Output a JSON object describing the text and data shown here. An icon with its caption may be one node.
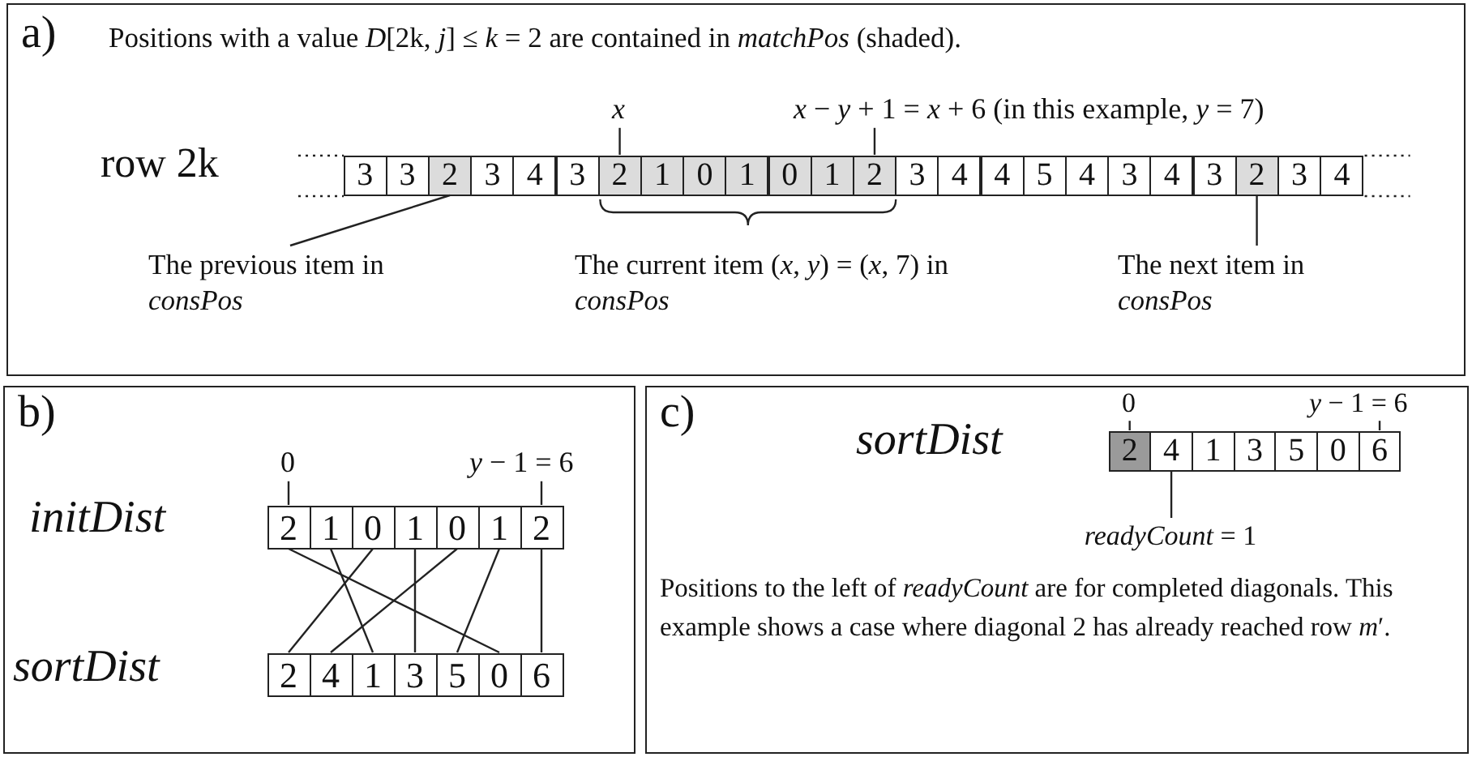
{
  "diagram": {
    "nodes": [
      {
        "text": [
          "a)",
          "Positions with a value *D*[2k, *j*] ≤ *k* = 2 are contained in *matchPos* (shaded)."
        ]
      },
      {
        "text": [
          "x"
        ],
        "in": 0
      },
      {
        "text": [
          "*x* − *y* + 1 = *x* + 6 (in this example, *y* = 7)"
        ],
        "in": 0
      },
      {
        "text": [
          "3"
        ],
        "in": 0
      },
      {
        "text": [
          "3"
        ],
        "in": 0
      },
      {
        "text": [
          "2"
        ],
        "in": 0
      },
      {
        "text": [
          "3"
        ],
        "in": 0
      },
      {
        "text": [
          "4"
        ],
        "in": 0
      },
      {
        "text": [
          "3"
        ],
        "in": 0
      },
      {
        "text": [
          "2"
        ],
        "in": 0
      },
      {
        "text": [
          "1"
        ],
        "in": 0
      },
      {
        "text": [
          "0"
        ],
        "in": 0
      },
      {
        "text": [
          "1"
        ],
        "in": 0
      },
      {
        "text": [
          "0"
        ],
        "in": 0
      },
      {
        "text": [
          "1"
        ],
        "in": 0
      },
      {
        "text": [
          "2"
        ],
        "in": 0
      },
      {
        "text": [
          "3"
        ],
        "in": 0
      },
      {
        "text": [
          "4"
        ],
        "in": 0
      },
      {
        "text": [
          "4"
        ],
        "in": 0
      },
      {
        "text": [
          "5"
        ],
        "in": 0
      },
      {
        "text": [
          "4"
        ],
        "in": 0
      },
      {
        "text": [
          "3"
        ],
        "in": 0
      },
      {
        "text": [
          "4"
        ],
        "in": 0
      },
      {
        "text": [
          "3"
        ],
        "in": 0
      },
      {
        "text": [
          "2"
        ],
        "in": 0
      },
      {
        "text": [
          "3"
        ],
        "in": 0
      },
      {
        "text": [
          "4"
        ],
        "in": 0
      },
      {
        "text": [
          "The previous item in *consPos*"
        ],
        "in": 0
      },
      {
        "text": [
          "The current item (*x*, *y*) = (*x*, 7) in *consPos*"
        ],
        "in": 0
      },
      {
        "text": [
          "The next item in *consPos*"
        ],
        "in": 0
      },
      {
        "text": [
          "b)"
        ]
      },
      {
        "text": [
          "0"
        ],
        "in": 30
      },
      {
        "text": [
          "*y* − 1 = 6"
        ],
        "in": 30
      },
      {
        "text": [
          "2"
        ],
        "in": 30
      },
      {
        "text": [
          "1"
        ],
        "in": 30
      },
      {
        "text": [
          "0"
        ],
        "in": 30
      },
      {
        "text": [
          "1"
        ],
        "in": 30
      },
      {
        "text": [
          "0"
        ],
        "in": 30
      },
      {
        "text": [
          "1"
        ],
        "in": 30
      },
      {
        "text": [
          "2"
        ],
        "in": 30
      },
      {
        "text": [
          "2"
        ],
        "in": 30
      },
      {
        "text": [
          "4"
        ],
        "in": 30
      },
      {
        "text": [
          "1"
        ],
        "in": 30
      },
      {
        "text": [
          "3"
        ],
        "in": 30
      },
      {
        "text": [
          "5"
        ],
        "in": 30
      },
      {
        "text": [
          "0"
        ],
        "in": 30
      },
      {
        "text": [
          "6"
        ],
        "in": 30
      },
      {
        "text": [
          "c)",
          "Positions to the left of *readyCount* are for completed diagonals. This example shows a case where diagonal 2 has already reached row *m*′."
        ]
      },
      {
        "text": [
          "0"
        ],
        "in": 47
      },
      {
        "text": [
          "*y* − 1 = 6"
        ],
        "in": 47
      },
      {
        "text": [
          "2"
        ],
        "in": 47
      },
      {
        "text": [
          "4"
        ],
        "in": 47
      },
      {
        "text": [
          "1"
        ],
        "in": 47
      },
      {
        "text": [
          "3"
        ],
        "in": 47
      },
      {
        "text": [
          "5"
        ],
        "in": 47
      },
      {
        "text": [
          "0"
        ],
        "in": 47
      },
      {
        "text": [
          "6"
        ],
        "in": 47
      },
      {
        "text": [
          "*readyCount* = 1"
        ],
        "in": 47
      }
    ],
    "edges": [
      {
        "from": 1,
        "to": 9,
        "arrow": "none"
      },
      {
        "from": 2,
        "to": 15,
        "arrow": "none"
      },
      {
        "from": 27,
        "to": 5,
        "arrow": "none"
      },
      {
        "from": 29,
        "to": 24,
        "arrow": "none"
      },
      {
        "from": 31,
        "to": 33,
        "arrow": "none"
      },
      {
        "from": 32,
        "to": 39,
        "arrow": "none"
      },
      {
        "from": 33,
        "to": 45,
        "arrow": "none"
      },
      {
        "from": 34,
        "to": 42,
        "arrow": "none"
      },
      {
        "from": 35,
        "to": 40,
        "arrow": "none"
      },
      {
        "from": 36,
        "to": 43,
        "arrow": "none"
      },
      {
        "from": 37,
        "to": 41,
        "arrow": "none"
      },
      {
        "from": 38,
        "to": 44,
        "arrow": "none"
      },
      {
        "from": 39,
        "to": 46,
        "arrow": "none"
      },
      {
        "from": 48,
        "to": 50,
        "arrow": "none"
      },
      {
        "from": 49,
        "to": 56,
        "arrow": "none"
      },
      {
        "from": 57,
        "to": 51,
        "arrow": "none"
      }
    ],
    "labels": [
      "row 2k",
      "initDist",
      "sortDist",
      "sortDist"
    ]
  }
}
